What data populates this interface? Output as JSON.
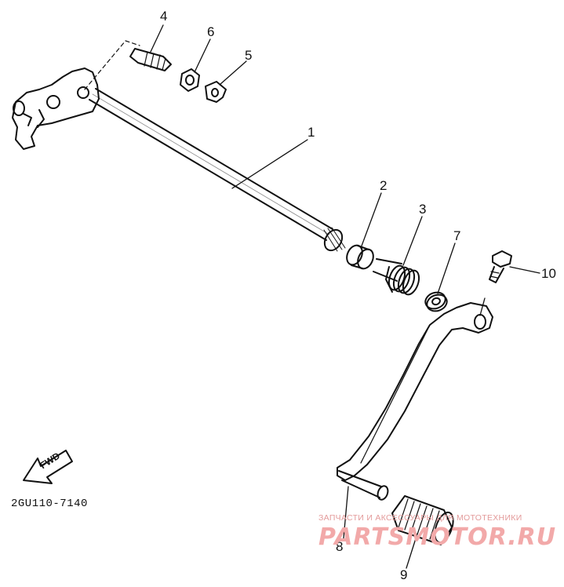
{
  "diagram": {
    "parts": [
      {
        "number": "1",
        "item": "shift-shaft"
      },
      {
        "number": "2",
        "item": "collar"
      },
      {
        "number": "3",
        "item": "torsion-spring"
      },
      {
        "number": "4",
        "item": "stopper-bolt"
      },
      {
        "number": "5",
        "item": "lock-washer"
      },
      {
        "number": "6",
        "item": "nut"
      },
      {
        "number": "7",
        "item": "washer"
      },
      {
        "number": "8",
        "item": "shift-pedal"
      },
      {
        "number": "9",
        "item": "pedal-rubber"
      },
      {
        "number": "10",
        "item": "bolt"
      }
    ],
    "fwd_label": "FWD",
    "drawing_code": "2GU110-7140"
  },
  "watermark": {
    "tagline": "ЗАПЧАСТИ И АКСЕССУАРЫ ДЛЯ МОТОТЕХНИКИ",
    "logo": "PARTSMOTOR.RU"
  },
  "colors": {
    "line": "#111111",
    "watermark": "#f2a9a9"
  }
}
